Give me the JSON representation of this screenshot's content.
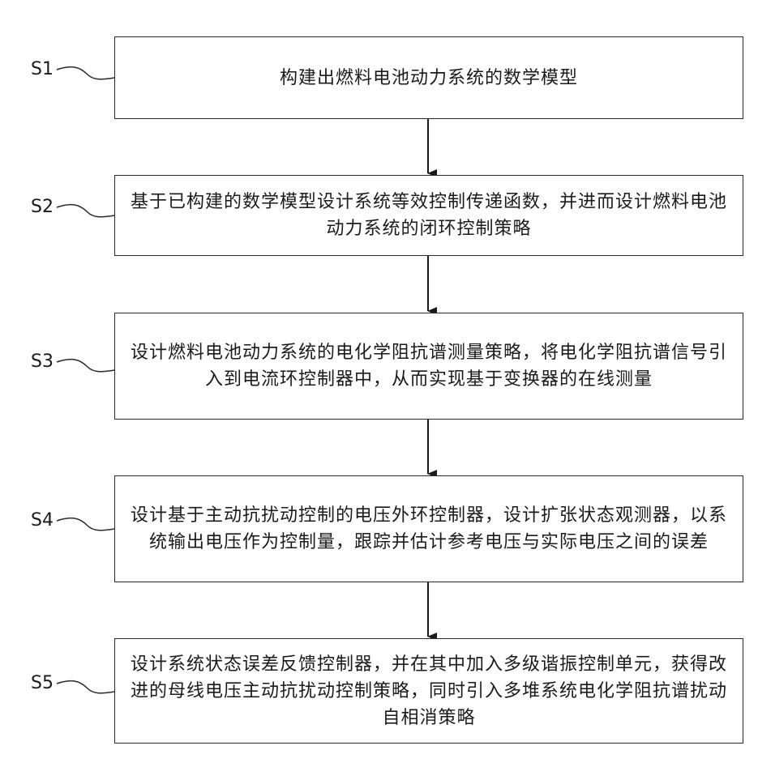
{
  "steps": [
    {
      "label": "S1",
      "text": "构建出燃料电池动力系统的数学模型"
    },
    {
      "label": "S2",
      "text": "基于已构建的数学模型设计系统等效控制传递函数，并进而设计燃料电池动力系统的闭环控制策略"
    },
    {
      "label": "S3",
      "text": "设计燃料电池动力系统的电化学阻抗谱测量策略，将电化学阻抗谱信号引入到电流环控制器中，从而实现基于变换器的在线测量"
    },
    {
      "label": "S4",
      "text": "设计基于主动抗扰动控制的电压外环控制器，设计扩张状态观测器，以系统输出电压作为控制量，跟踪并估计参考电压与实际电压之间的误差"
    },
    {
      "label": "S5",
      "text": "设计系统状态误差反馈控制器，并在其中加入多级谐振控制单元，获得改进的母线电压主动抗扰动控制策略，同时引入多堆系统电化学阻抗谱扰动自相消策略"
    }
  ]
}
